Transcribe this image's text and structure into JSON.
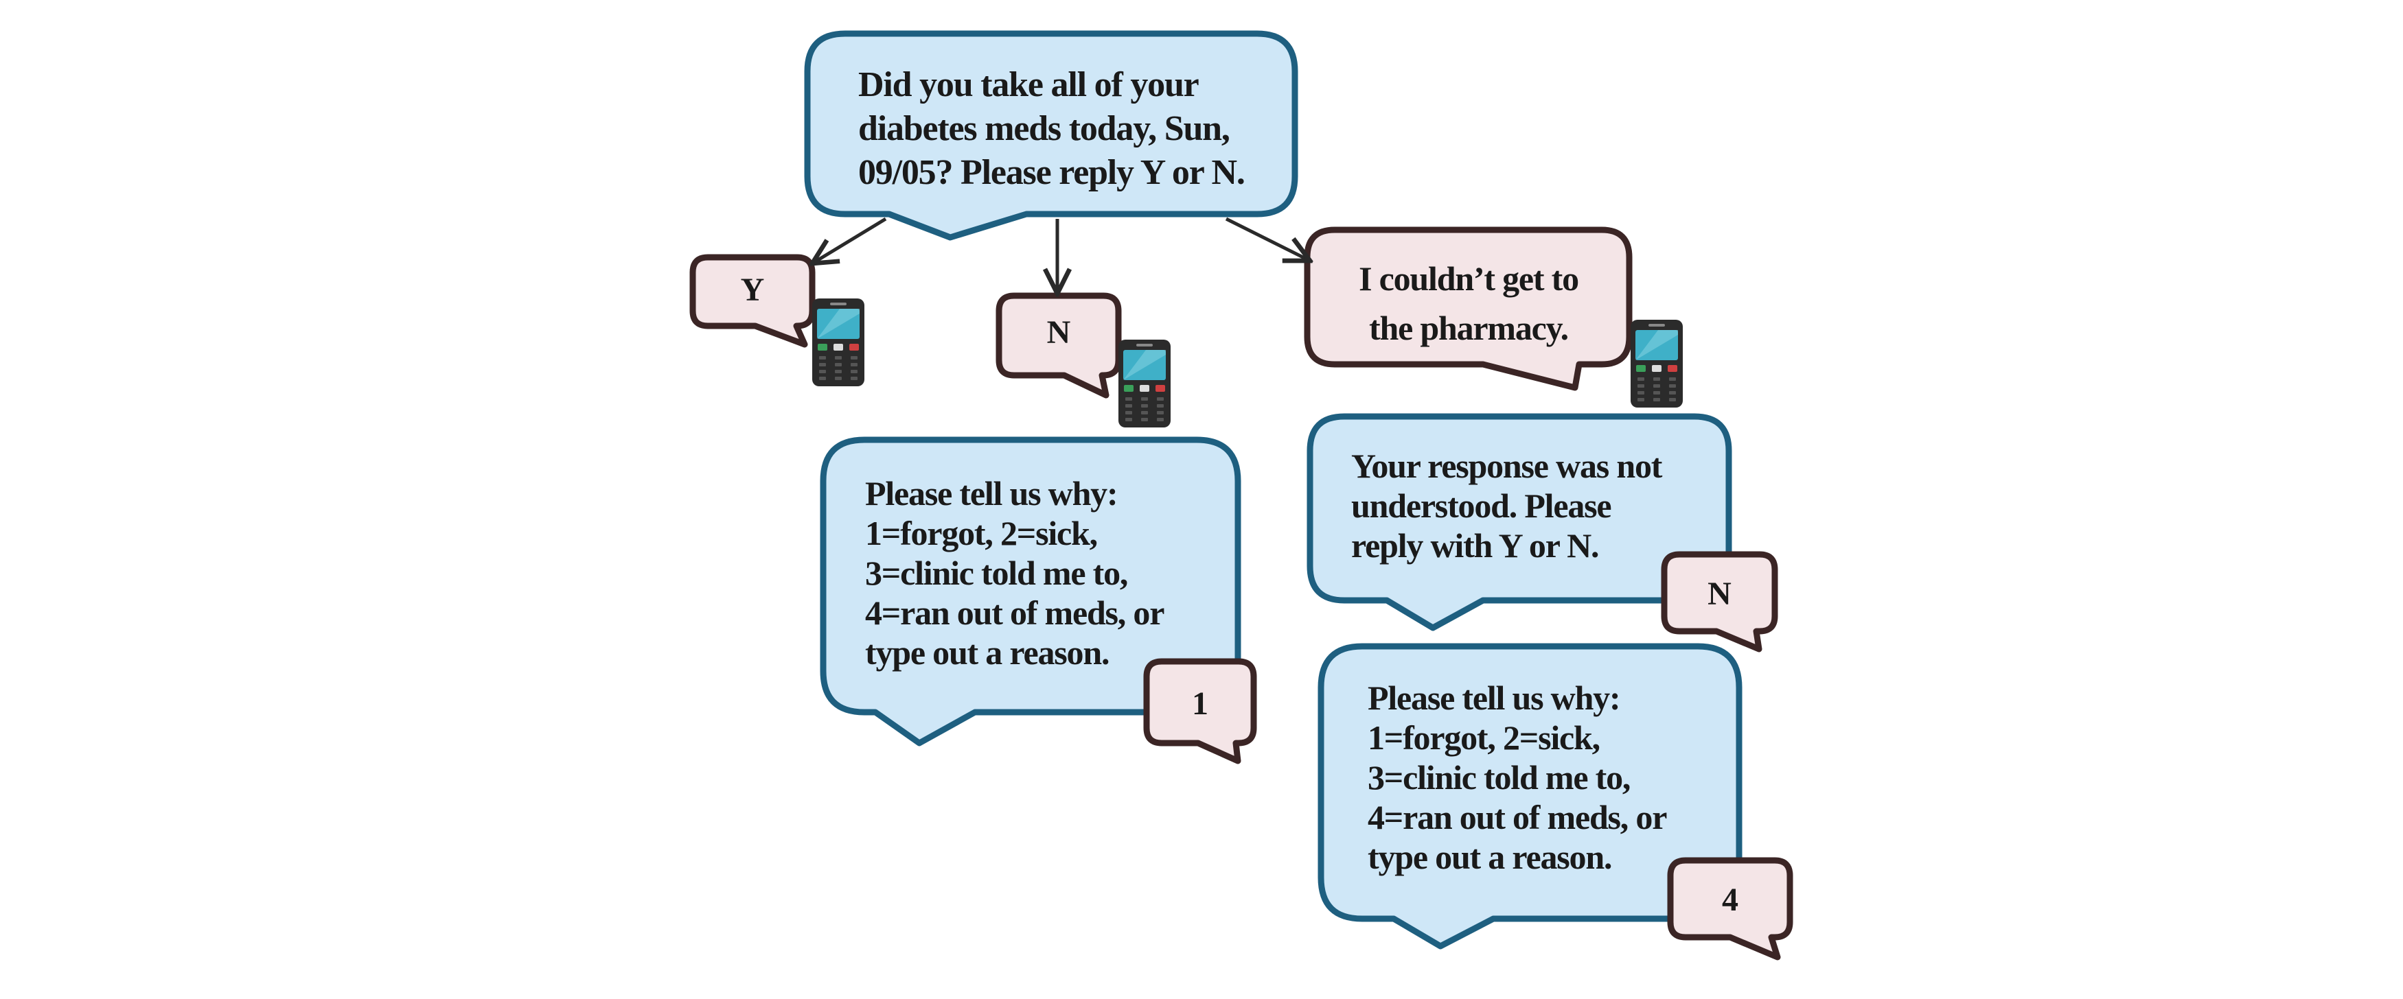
{
  "colors": {
    "system_fill": "#cfe7f7",
    "system_border": "#1e5f80",
    "reply_fill": "#f4e5e7",
    "reply_border": "#3b2525",
    "arrow": "#2a2a2a",
    "phone_body": "#2b2b2b",
    "phone_screen": "#3fb0c8"
  },
  "question": {
    "lines": [
      "Did you take all of your",
      "diabetes meds today, Sun,",
      "09/05? Please reply Y or N."
    ]
  },
  "replies": {
    "yes": "Y",
    "no": "N",
    "free_text": {
      "lines": [
        "I couldn’t get to",
        "the pharmacy."
      ]
    }
  },
  "reason_prompt_left": {
    "lines": [
      "Please tell us why:",
      "1=forgot, 2=sick,",
      "3=clinic told me to,",
      "4=ran out of meds, or",
      "type out a reason."
    ],
    "reply": "1"
  },
  "not_understood": {
    "lines": [
      "Your response was not",
      "understood. Please",
      "reply with Y or N."
    ],
    "reply": "N"
  },
  "reason_prompt_right": {
    "lines": [
      "Please tell us why:",
      "1=forgot, 2=sick,",
      "3=clinic told me to,",
      "4=ran out of meds, or",
      "type out a reason."
    ],
    "reply": "4"
  }
}
